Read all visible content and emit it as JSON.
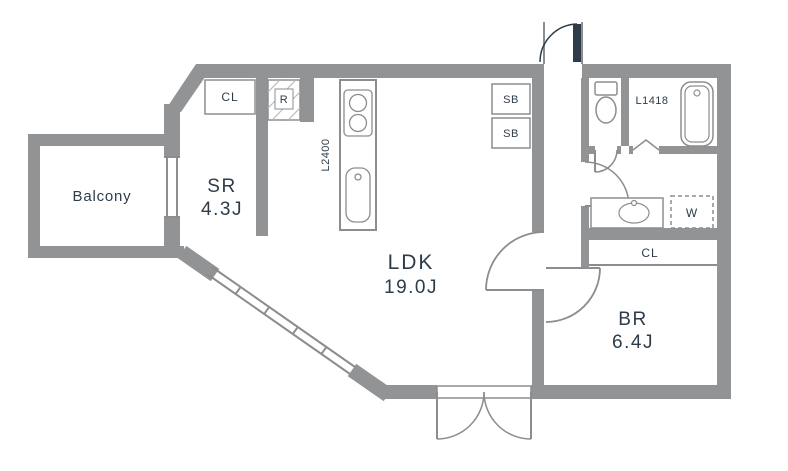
{
  "colors": {
    "background": "#ffffff",
    "wall": "#919394",
    "fixture_line": "#8b8d90",
    "hatch": "#b9bbbd",
    "text": "#2e3c49",
    "door_dark": "#2e3c49"
  },
  "rooms": {
    "balcony": {
      "label": "Balcony"
    },
    "sr": {
      "label": "SR",
      "area": "4.3J"
    },
    "ldk": {
      "label": "LDK",
      "area": "19.0J"
    },
    "br": {
      "label": "BR",
      "area": "6.4J"
    }
  },
  "labels": {
    "sr_closet": "CL",
    "br_closet": "CL",
    "refrigerator": "R",
    "kitchen_counter": "L2400",
    "shoe_box_top": "SB",
    "shoe_box_bottom": "SB",
    "bathtub": "L1418",
    "washing_machine": "W"
  }
}
